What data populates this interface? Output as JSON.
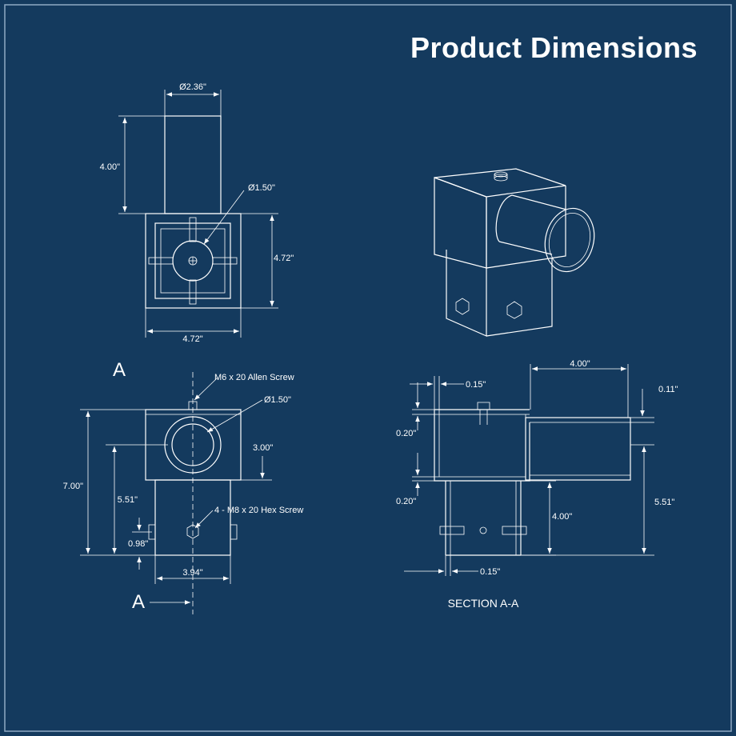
{
  "title": "Product Dimensions",
  "top_view": {
    "dim_tube_dia": "Ø2.36\"",
    "dim_tube_height": "4.00\"",
    "dim_hole_dia": "Ø1.50\"",
    "dim_height": "4.72\"",
    "dim_width": "4.72\""
  },
  "front_view": {
    "section_marker_top": "A",
    "section_marker_bottom": "A",
    "label_allen_screw": "M6 x 20 Allen Screw",
    "dim_hole_dia": "Ø1.50\"",
    "dim_center_offset": "3.00\"",
    "dim_total_height": "7.00\"",
    "dim_center_height": "5.51\"",
    "label_hex_screw": "4 - M8 x 20 Hex Screw",
    "dim_screw_height": "0.98\"",
    "dim_base_width": "3.94\""
  },
  "section_view": {
    "dim_arm_length": "4.00\"",
    "dim_wall_top": "0.15\"",
    "dim_arm_wall": "0.11\"",
    "dim_upper_gap": "0.20\"",
    "dim_lower_gap": "0.20\"",
    "dim_base_height": "4.00\"",
    "dim_arm_center_height": "5.51\"",
    "dim_wall_bottom": "0.15\"",
    "caption": "SECTION A-A"
  }
}
